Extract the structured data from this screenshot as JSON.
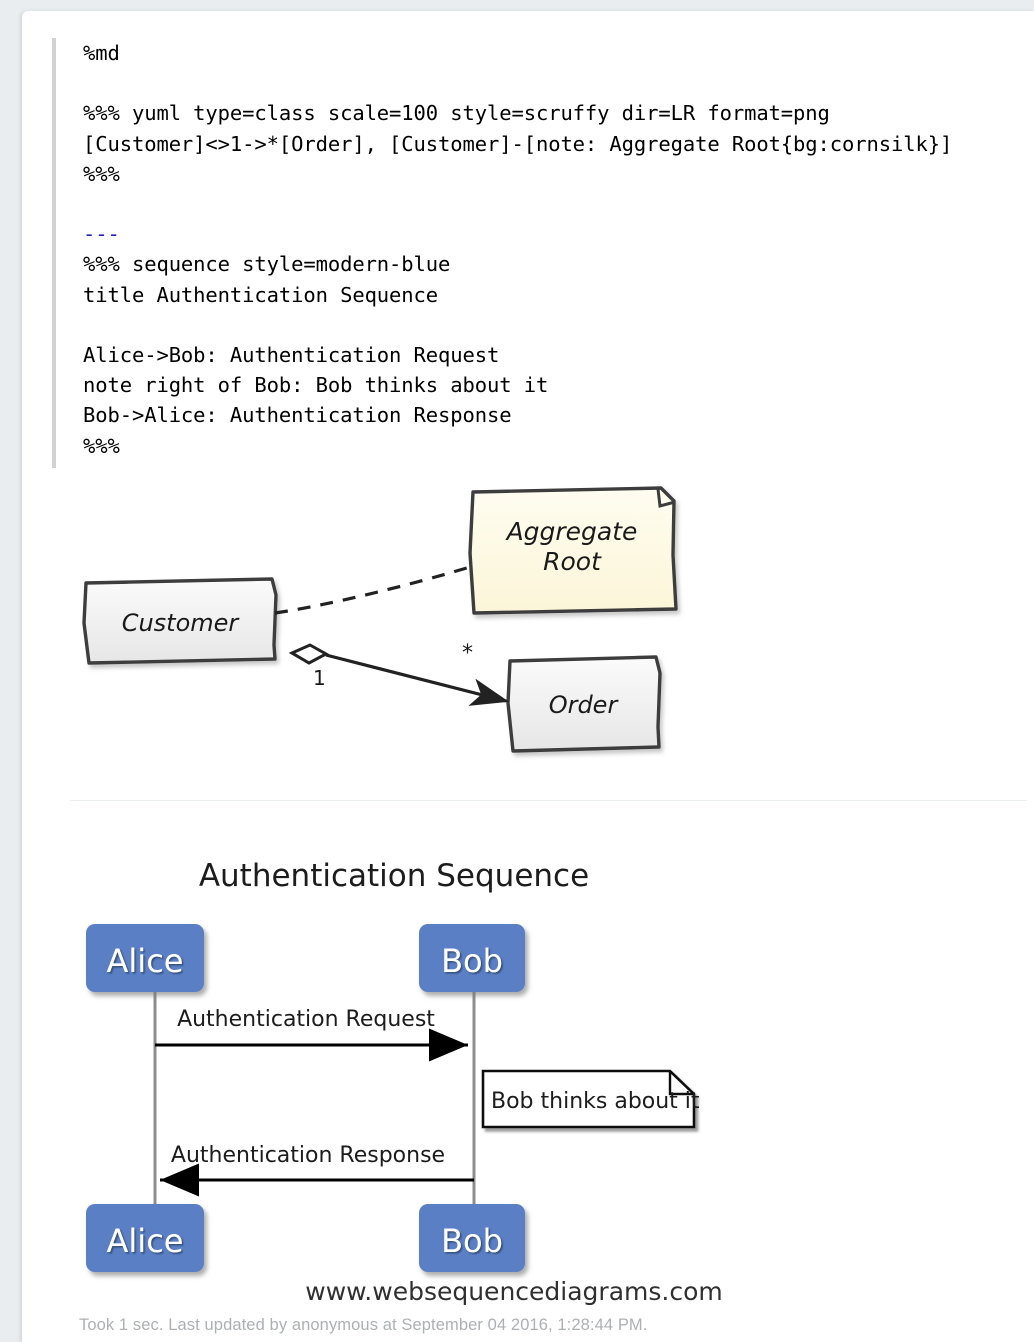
{
  "card": {
    "background": "#ffffff",
    "page_background": "#e9edef"
  },
  "editor": {
    "interpreter": "%md",
    "code": "%md\n\n%%% yuml type=class scale=100 style=scruffy dir=LR format=png\n[Customer]<>1->*[Order], [Customer]-[note: Aggregate Root{bg:cornsilk}]\n%%%\n\n---\n%%% sequence style=modern-blue\ntitle Authentication Sequence\n\nAlice->Bob: Authentication Request\nnote right of Bob: Bob thinks about it\nBob->Alice: Authentication Response\n%%%",
    "lines": [
      "%md",
      "",
      "%%% yuml type=class scale=100 style=scruffy dir=LR format=png",
      "[Customer]<>1->*[Order], [Customer]-[note: Aggregate Root{bg:cornsilk}]",
      "%%%",
      "",
      "---",
      "%%% sequence style=modern-blue",
      "title Authentication Sequence",
      "",
      "Alice->Bob: Authentication Request",
      "note right of Bob: Bob thinks about it",
      "Bob->Alice: Authentication Response",
      "%%%"
    ],
    "horizontal_rule_marker": "---",
    "horizontal_rule_color": "#2222cc"
  },
  "yuml_diagram": {
    "type": "class",
    "style": "scruffy",
    "direction": "LR",
    "classes": [
      {
        "id": "customer",
        "label": "Customer",
        "fill": "#f2f2f2"
      },
      {
        "id": "order",
        "label": "Order",
        "fill": "#f2f2f2"
      }
    ],
    "note": {
      "label_line1": "Aggregate",
      "label_line2": "Root",
      "fill": "#fff8dc",
      "bg_keyword": "cornsilk"
    },
    "relations": [
      {
        "from": "customer",
        "to": "order",
        "kind": "aggregation",
        "source_multiplicity": "1",
        "target_multiplicity": "*"
      },
      {
        "from": "customer",
        "to": "note",
        "kind": "dashed-link"
      }
    ]
  },
  "sequence_diagram": {
    "type": "sequence",
    "style": "modern-blue",
    "title": "Authentication Sequence",
    "actor_fill": "#5a7fc4",
    "actor_text_color": "#ffffff",
    "actors": [
      {
        "id": "alice",
        "label": "Alice"
      },
      {
        "id": "bob",
        "label": "Bob"
      }
    ],
    "messages": [
      {
        "from": "alice",
        "to": "bob",
        "label": "Authentication Request",
        "direction": "right"
      },
      {
        "from": "bob",
        "to": "alice",
        "label": "Authentication Response",
        "direction": "left"
      }
    ],
    "notes": [
      {
        "anchor": "bob",
        "position": "right",
        "label": "Bob thinks about it"
      }
    ],
    "watermark": "www.websequencediagrams.com"
  },
  "footer": {
    "status": "Took 1 sec. Last updated by anonymous at September 04 2016, 1:28:44 PM.",
    "color": "#adb0b3"
  }
}
